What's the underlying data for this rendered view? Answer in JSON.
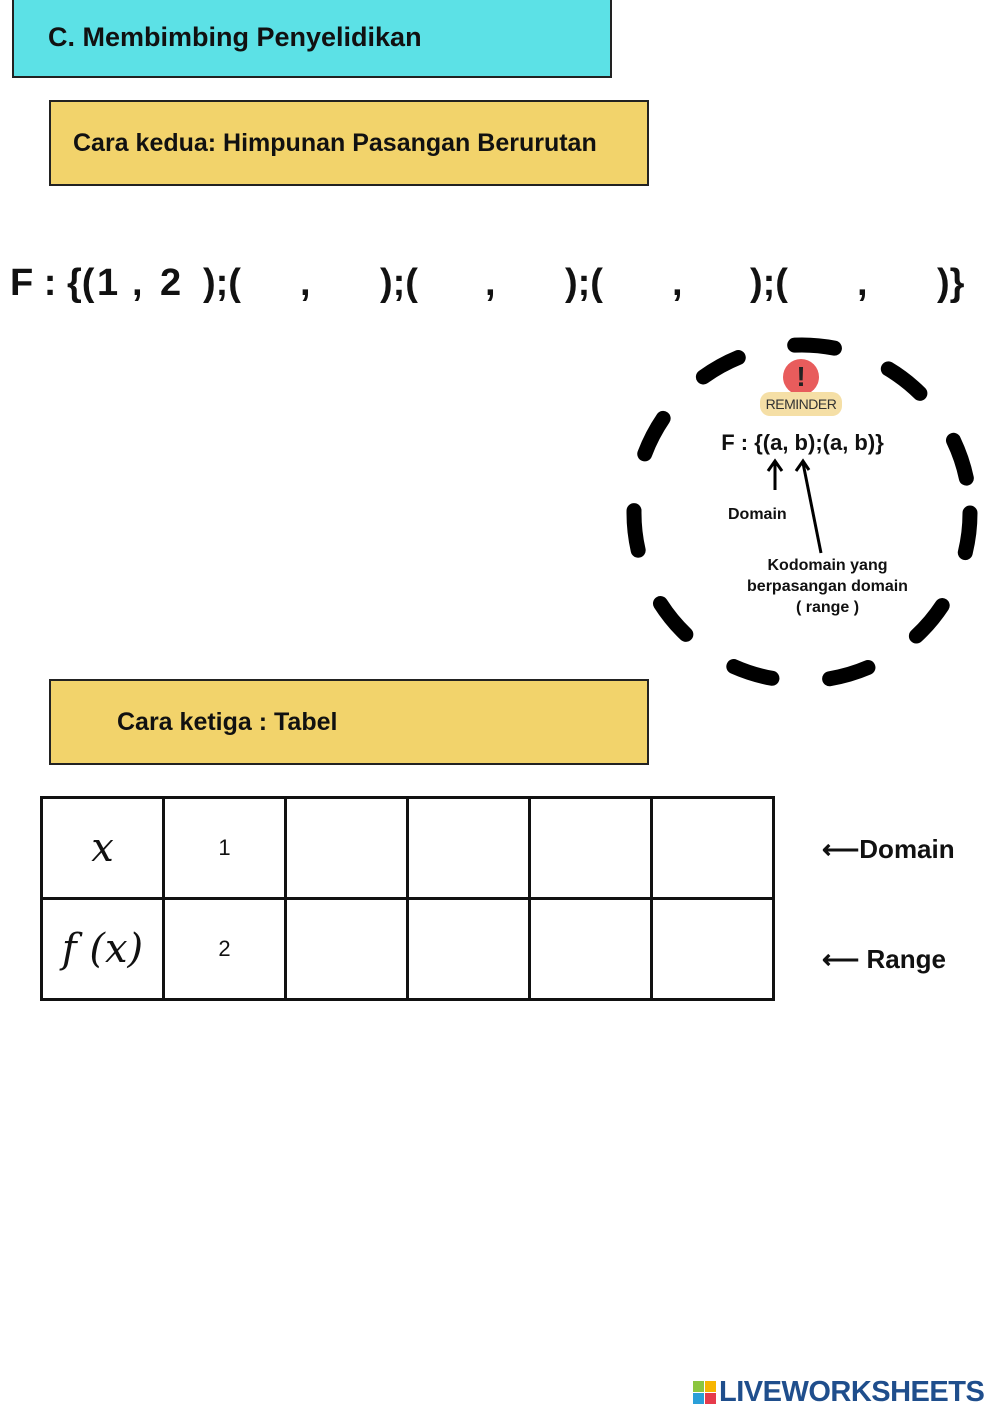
{
  "section_title": "C. Membimbing Penyelidikan",
  "method2_title": "Cara kedua: Himpunan Pasangan Berurutan",
  "formula": {
    "prefix": "F : {(",
    "first_domain": "1",
    "comma": ",",
    "first_range": "2",
    "separator": ");(",
    "suffix": ")}",
    "blanks": [
      "",
      "",
      "",
      "",
      "",
      "",
      "",
      ""
    ]
  },
  "reminder": {
    "badge": "REMINDER",
    "formula": "F : {(a, b);(a, b)}",
    "domain_label": "Domain",
    "range_label_1": "Kodomain yang",
    "range_label_2": "berpasangan domain",
    "range_label_3": "( range )"
  },
  "method3_title": "Cara ketiga : Tabel",
  "table": {
    "row_headers": [
      "x",
      "f (x)"
    ],
    "x_values": [
      "1",
      "",
      "",
      "",
      ""
    ],
    "fx_values": [
      "2",
      "",
      "",
      "",
      ""
    ]
  },
  "side_labels": {
    "domain": "Domain",
    "range": "Range"
  },
  "brand": "LIVEWORKSHEETS",
  "colors": {
    "cyan": "#5ce1e6",
    "yellow": "#f2d36b",
    "brand_blue": "#1f4e8c",
    "reminder_red": "#e85c5c"
  }
}
